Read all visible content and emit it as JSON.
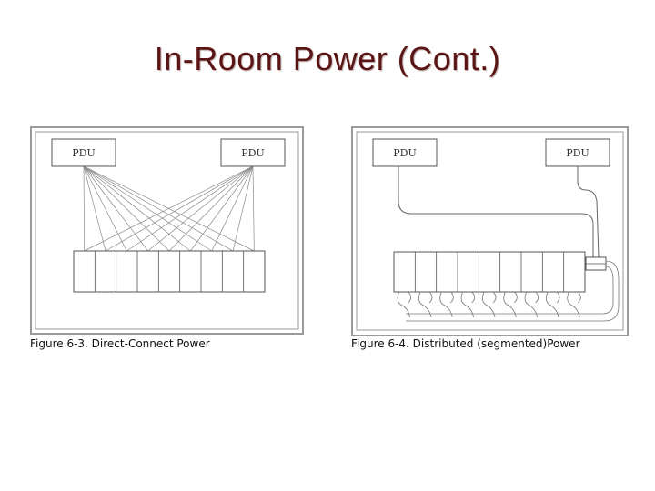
{
  "slide": {
    "title": "In-Room Power (Cont.)"
  },
  "figures": [
    {
      "caption": "Figure 6-3. Direct-Connect Power",
      "pdu_left": "PDU",
      "pdu_right": "PDU"
    },
    {
      "caption": "Figure 6-4. Distributed (segmented)Power",
      "pdu_left": "PDU",
      "pdu_right": "PDU"
    }
  ]
}
